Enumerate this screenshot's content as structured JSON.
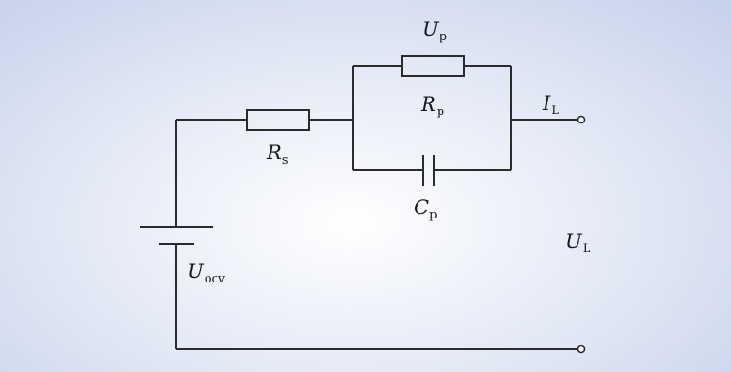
{
  "labels": {
    "up": {
      "main": "U",
      "sub": "p"
    },
    "rp": {
      "main": "R",
      "sub": "p"
    },
    "il": {
      "main": "I",
      "sub": "L"
    },
    "rs": {
      "main": "R",
      "sub": "s"
    },
    "cp": {
      "main": "C",
      "sub": "p"
    },
    "ul": {
      "main": "U",
      "sub": "L"
    },
    "uocv": {
      "main": "U",
      "sub": "ocv"
    }
  }
}
